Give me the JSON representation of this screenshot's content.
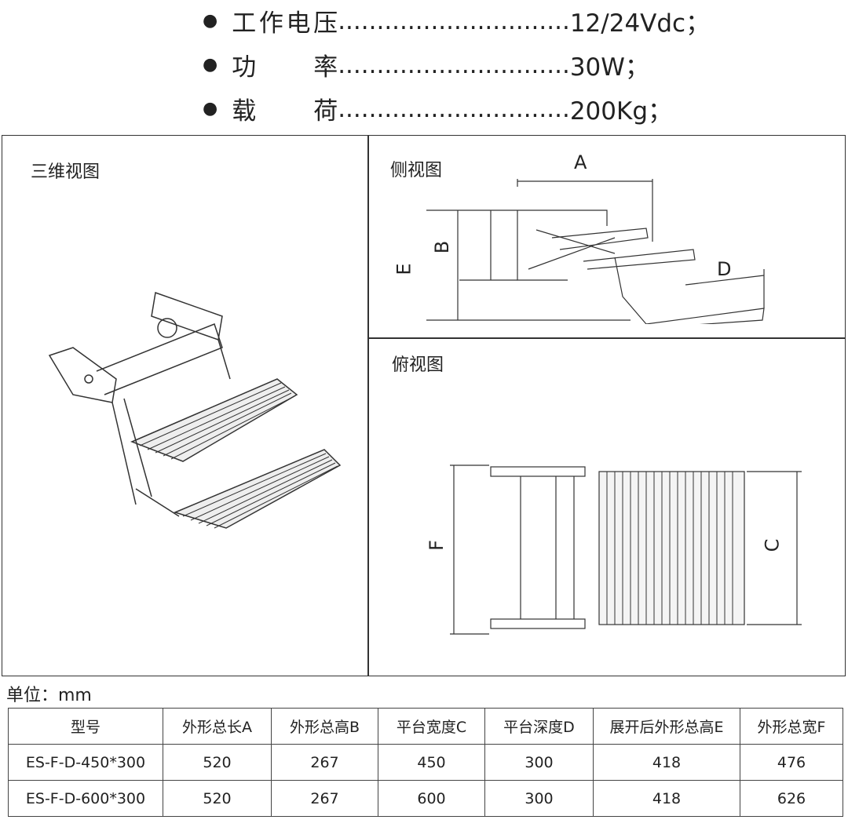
{
  "specs": [
    {
      "label_parts": [
        "工",
        "作",
        "电",
        "压"
      ],
      "dots": "..............................",
      "value": "12/24Vdc；"
    },
    {
      "label_parts": [
        "功",
        "率"
      ],
      "dots": "..............................",
      "value": "30W；"
    },
    {
      "label_parts": [
        "载",
        "荷"
      ],
      "dots": "..............................",
      "value": "200Kg；"
    }
  ],
  "panels": {
    "iso": "三维视图",
    "side": "侧视图",
    "top": "俯视图"
  },
  "dims": {
    "A": "A",
    "B": "B",
    "C": "C",
    "D": "D",
    "E": "E",
    "F": "F"
  },
  "unit": "单位：mm",
  "table": {
    "headers": [
      "型号",
      "外形总长A",
      "外形总高B",
      "平台宽度C",
      "平台深度D",
      "展开后外形总高E",
      "外形总宽F"
    ],
    "rows": [
      [
        "ES-F-D-450*300",
        "520",
        "267",
        "450",
        "300",
        "418",
        "476"
      ],
      [
        "ES-F-D-600*300",
        "520",
        "267",
        "600",
        "300",
        "418",
        "626"
      ]
    ]
  }
}
